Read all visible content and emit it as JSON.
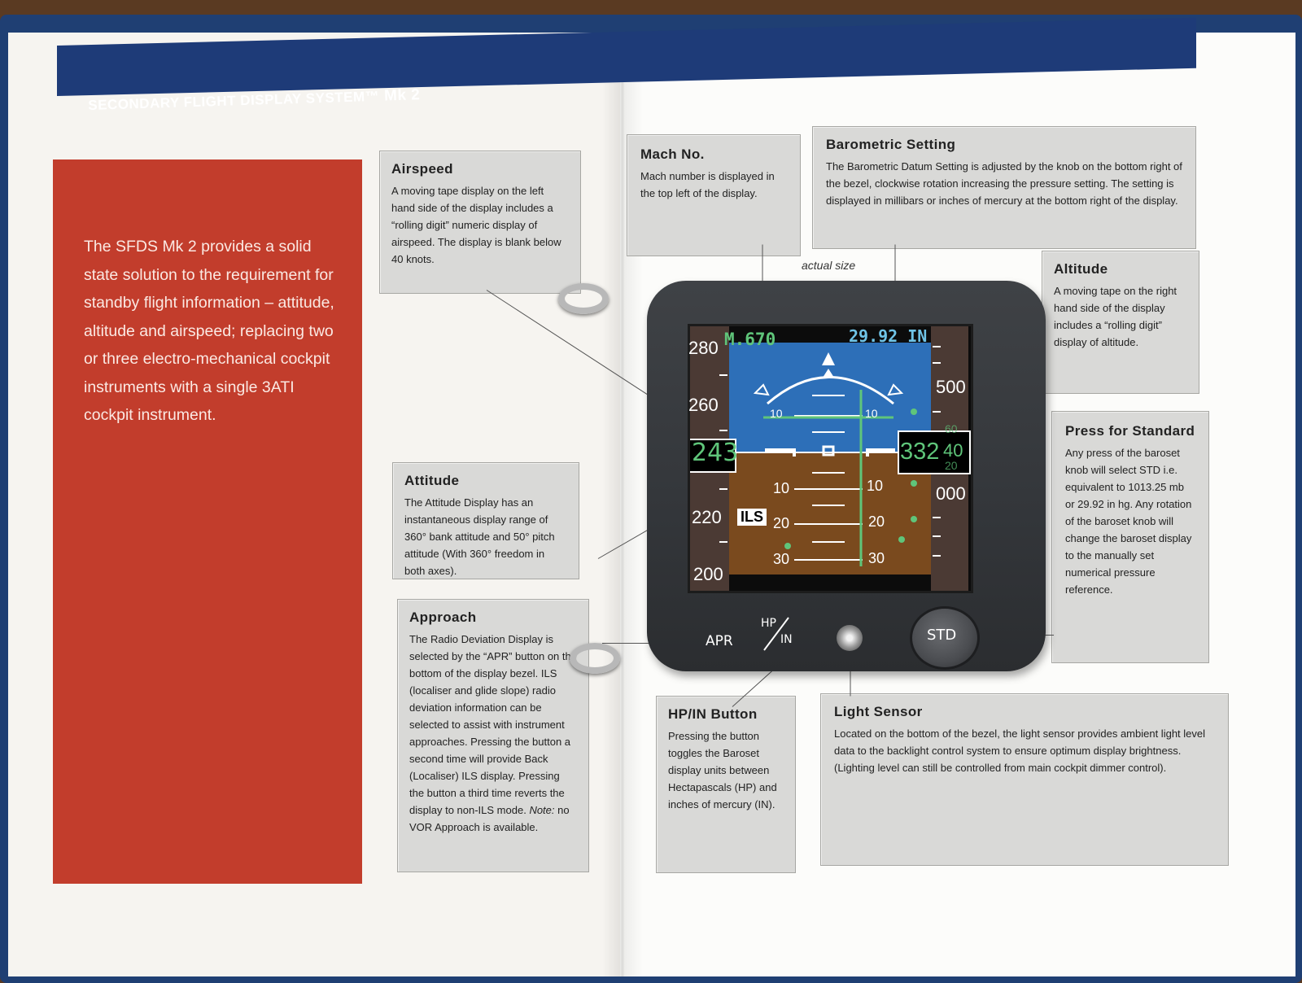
{
  "header": {
    "title": "SECONDARY FLIGHT DISPLAY SYSTEM™",
    "mk": "Mk 2"
  },
  "intro": "The SFDS Mk 2 provides a solid state solution to the requirement for standby flight information – attitude, altitude and airspeed; replacing two or three electro-mechanical cockpit instruments with a single 3ATI cockpit instrument.",
  "actual_size": "actual size",
  "callouts": {
    "airspeed": {
      "title": "Airspeed",
      "body": "A moving tape display on the left hand side of the display includes a “rolling digit” numeric display of airspeed. The display is blank below 40 knots."
    },
    "mach": {
      "title": "Mach No.",
      "body": "Mach number is displayed in the top left of the display."
    },
    "baro": {
      "title": "Barometric Setting",
      "body": "The Barometric Datum Setting is adjusted by the knob on the bottom right of the bezel, clockwise rotation increasing the pressure setting. The setting is displayed in millibars or inches of mercury at the bottom right of the display."
    },
    "altitude": {
      "title": "Altitude",
      "body": "A moving tape on the right hand side of the display includes a “rolling digit” display of altitude."
    },
    "std": {
      "title": "Press for Standard",
      "body": "Any press of the baroset knob will select STD i.e. equivalent to 1013.25 mb or 29.92 in hg. Any rotation of the baroset knob will change the baroset display to the manually set numerical pressure reference."
    },
    "attitude": {
      "title": "Attitude",
      "body": "The Attitude Display has an instantaneous display range of 360° bank attitude and 50° pitch attitude (With 360° freedom in both axes)."
    },
    "approach": {
      "title": "Approach",
      "body": "The Radio Deviation Display is selected by the “APR” button on the bottom of the display bezel. ILS (localiser and glide slope) radio deviation information can be selected to assist with instrument approaches. Pressing the button a second time will provide Back (Localiser) ILS display. Pressing the button a third time reverts the display to non-ILS mode.",
      "note_label": "Note:",
      "note": " no VOR Approach is available."
    },
    "hpin": {
      "title": "HP/IN Button",
      "body": "Pressing the button toggles the Baroset display units between Hectapascals (HP) and inches of mercury (IN)."
    },
    "light": {
      "title": "Light Sensor",
      "body": "Located on the bottom of the bezel, the light sensor provides ambient light level data to the backlight control system to ensure optimum display brightness.",
      "body2": "(Lighting level can still be controlled from main cockpit dimmer control)."
    }
  },
  "display": {
    "mach": "M.670",
    "baro": "29.92 IN",
    "speed_ticks": [
      "280",
      "260",
      "220",
      "200"
    ],
    "speed_current": "243",
    "alt_ticks": [
      "500",
      "000"
    ],
    "alt_current_main": "332",
    "alt_current_roll": "40",
    "alt_roll_above": "60",
    "alt_roll_below": "20",
    "pitch_up": [
      "10",
      "10"
    ],
    "pitch_down": [
      [
        "10",
        "10"
      ],
      [
        "20",
        "20"
      ],
      [
        "30",
        "30"
      ]
    ],
    "ils_label": "ILS",
    "colors": {
      "sky": "#2d6fb8",
      "ground": "#7a4a1e",
      "text_green": "#5fc57a",
      "text_cyan": "#6fc3e6"
    }
  },
  "bezel": {
    "apr": "APR",
    "hp": "HP",
    "in": "IN",
    "std": "STD"
  }
}
